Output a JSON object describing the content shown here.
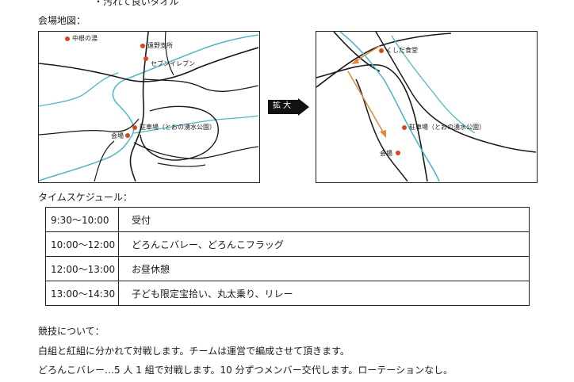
{
  "top_bullet": "・汚れて良いタオル",
  "map_section_label": "会場地図：",
  "map_overview": {
    "places": {
      "nakane": "中根の湯",
      "tono": "遠野支所",
      "seven": "セブンイレブン",
      "parking": "駐車場（とおの湧水公園）",
      "venue": "会場"
    }
  },
  "zoom_badge": "拡 大",
  "map_zoom": {
    "places": {
      "kushida": "くしだ食堂",
      "parking": "駐車場（とおの湧水公園）",
      "venue": "会場"
    }
  },
  "schedule_label": "タイムスケジュール：",
  "schedule": [
    {
      "time": "9:30〜10:00",
      "event": "受付"
    },
    {
      "time": "10:00〜12:00",
      "event": "どろんこバレー、どろんこフラッグ"
    },
    {
      "time": "12:00〜13:00",
      "event": "お昼休憩"
    },
    {
      "time": "13:00〜14:30",
      "event": "子ども限定宝拾い、丸太乗り、リレー"
    }
  ],
  "competition": {
    "heading": "競技について：",
    "line1": "白組と紅組に分かれて対戦します。チームは運営で編成させて頂きます。",
    "line2": "どろんこバレー…5 人 1 組で対戦します。10 分ずつメンバー交代します。ローテーションなし。"
  },
  "colors": {
    "marker": "#d9461f",
    "river": "#4fb7c6",
    "route_arrow": "#e08a3c",
    "road": "#1a1a1a",
    "badge_bg": "#111111"
  }
}
